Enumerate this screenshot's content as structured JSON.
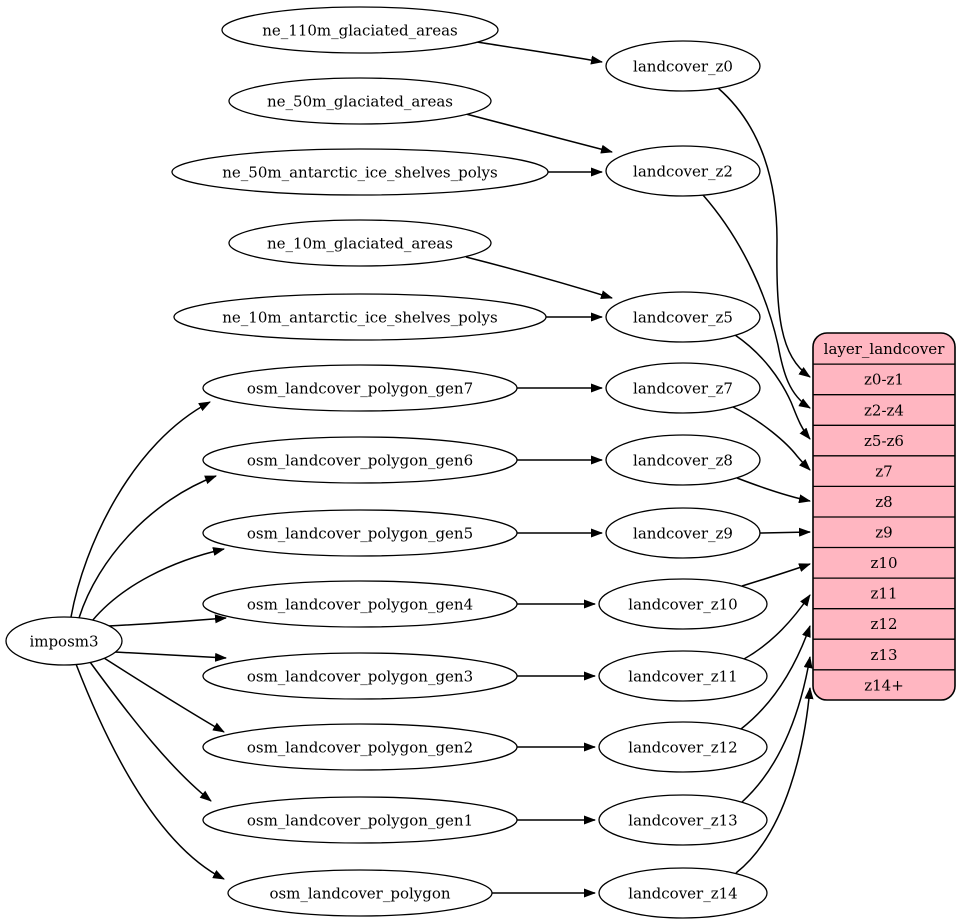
{
  "graph": {
    "importer": {
      "id": "imposm3",
      "label": "imposm3"
    },
    "source_tables": [
      {
        "label": "ne_110m_glaciated_areas"
      },
      {
        "label": "ne_50m_glaciated_areas"
      },
      {
        "label": "ne_50m_antarctic_ice_shelves_polys"
      },
      {
        "label": "ne_10m_glaciated_areas"
      },
      {
        "label": "ne_10m_antarctic_ice_shelves_polys"
      },
      {
        "label": "osm_landcover_polygon_gen7"
      },
      {
        "label": "osm_landcover_polygon_gen6"
      },
      {
        "label": "osm_landcover_polygon_gen5"
      },
      {
        "label": "osm_landcover_polygon_gen4"
      },
      {
        "label": "osm_landcover_polygon_gen3"
      },
      {
        "label": "osm_landcover_polygon_gen2"
      },
      {
        "label": "osm_landcover_polygon_gen1"
      },
      {
        "label": "osm_landcover_polygon"
      }
    ],
    "generalized_tables": [
      {
        "label": "landcover_z0"
      },
      {
        "label": "landcover_z2"
      },
      {
        "label": "landcover_z5"
      },
      {
        "label": "landcover_z7"
      },
      {
        "label": "landcover_z8"
      },
      {
        "label": "landcover_z9"
      },
      {
        "label": "landcover_z10"
      },
      {
        "label": "landcover_z11"
      },
      {
        "label": "landcover_z12"
      },
      {
        "label": "landcover_z13"
      },
      {
        "label": "landcover_z14"
      }
    ],
    "layer_table": {
      "title": "layer_landcover",
      "rows": [
        "z0-z1",
        "z2-z4",
        "z5-z6",
        "z7",
        "z8",
        "z9",
        "z10",
        "z11",
        "z12",
        "z13",
        "z14+"
      ]
    },
    "edges": [
      {
        "from": "imposm3",
        "to": "osm_landcover_polygon_gen7"
      },
      {
        "from": "imposm3",
        "to": "osm_landcover_polygon_gen6"
      },
      {
        "from": "imposm3",
        "to": "osm_landcover_polygon_gen5"
      },
      {
        "from": "imposm3",
        "to": "osm_landcover_polygon_gen4"
      },
      {
        "from": "imposm3",
        "to": "osm_landcover_polygon_gen3"
      },
      {
        "from": "imposm3",
        "to": "osm_landcover_polygon_gen2"
      },
      {
        "from": "imposm3",
        "to": "osm_landcover_polygon_gen1"
      },
      {
        "from": "imposm3",
        "to": "osm_landcover_polygon"
      },
      {
        "from": "ne_110m_glaciated_areas",
        "to": "landcover_z0"
      },
      {
        "from": "ne_50m_glaciated_areas",
        "to": "landcover_z2"
      },
      {
        "from": "ne_50m_antarctic_ice_shelves_polys",
        "to": "landcover_z2"
      },
      {
        "from": "ne_10m_glaciated_areas",
        "to": "landcover_z5"
      },
      {
        "from": "ne_10m_antarctic_ice_shelves_polys",
        "to": "landcover_z5"
      },
      {
        "from": "osm_landcover_polygon_gen7",
        "to": "landcover_z7"
      },
      {
        "from": "osm_landcover_polygon_gen6",
        "to": "landcover_z8"
      },
      {
        "from": "osm_landcover_polygon_gen5",
        "to": "landcover_z9"
      },
      {
        "from": "osm_landcover_polygon_gen4",
        "to": "landcover_z10"
      },
      {
        "from": "osm_landcover_polygon_gen3",
        "to": "landcover_z11"
      },
      {
        "from": "osm_landcover_polygon_gen2",
        "to": "landcover_z12"
      },
      {
        "from": "osm_landcover_polygon_gen1",
        "to": "landcover_z13"
      },
      {
        "from": "osm_landcover_polygon",
        "to": "landcover_z14"
      },
      {
        "from": "landcover_z0",
        "to": "layer_landcover:z0-z1"
      },
      {
        "from": "landcover_z2",
        "to": "layer_landcover:z2-z4"
      },
      {
        "from": "landcover_z5",
        "to": "layer_landcover:z5-z6"
      },
      {
        "from": "landcover_z7",
        "to": "layer_landcover:z7"
      },
      {
        "from": "landcover_z8",
        "to": "layer_landcover:z8"
      },
      {
        "from": "landcover_z9",
        "to": "layer_landcover:z9"
      },
      {
        "from": "landcover_z10",
        "to": "layer_landcover:z10"
      },
      {
        "from": "landcover_z11",
        "to": "layer_landcover:z11"
      },
      {
        "from": "landcover_z12",
        "to": "layer_landcover:z12"
      },
      {
        "from": "landcover_z13",
        "to": "layer_landcover:z13"
      },
      {
        "from": "landcover_z14",
        "to": "layer_landcover:z14+"
      }
    ],
    "colors": {
      "table_fill": "#ffb6c1",
      "node_fill": "#ffffff",
      "stroke": "#000000"
    }
  }
}
